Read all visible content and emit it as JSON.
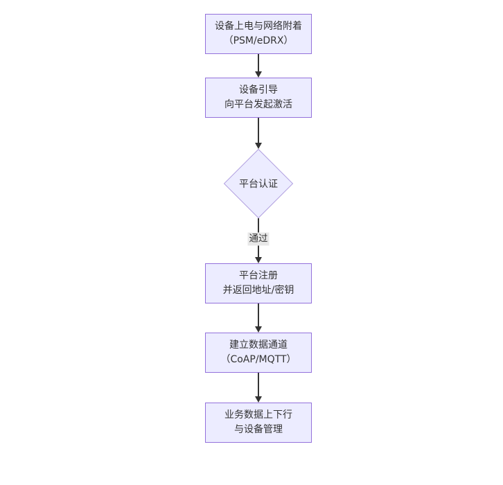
{
  "diagram": {
    "type": "flowchart-vertical",
    "colors": {
      "background": "#ffffff",
      "node_fill": "#ECECFF",
      "node_border": "#9370DB",
      "diamond_border": "#b3a2e0",
      "arrow": "#333333",
      "text": "#333333",
      "edge_label_bg": "#e8e8e8"
    },
    "nodes": [
      {
        "id": "A",
        "shape": "rect",
        "lines": [
          "设备上电与网络附着",
          "（PSM/eDRX）"
        ]
      },
      {
        "id": "B",
        "shape": "rect",
        "lines": [
          "设备引导",
          "向平台发起激活"
        ]
      },
      {
        "id": "C",
        "shape": "diamond",
        "lines": [
          "平台认证"
        ]
      },
      {
        "id": "D",
        "shape": "rect",
        "lines": [
          "平台注册",
          "并返回地址/密钥"
        ]
      },
      {
        "id": "E",
        "shape": "rect",
        "lines": [
          "建立数据通道",
          "（CoAP/MQTT）"
        ]
      },
      {
        "id": "F",
        "shape": "rect",
        "lines": [
          "业务数据上下行",
          "与设备管理"
        ]
      }
    ],
    "edges": [
      {
        "from": "A",
        "to": "B",
        "label": ""
      },
      {
        "from": "B",
        "to": "C",
        "label": ""
      },
      {
        "from": "C",
        "to": "D",
        "label": "通过"
      },
      {
        "from": "D",
        "to": "E",
        "label": ""
      },
      {
        "from": "E",
        "to": "F",
        "label": ""
      }
    ]
  }
}
